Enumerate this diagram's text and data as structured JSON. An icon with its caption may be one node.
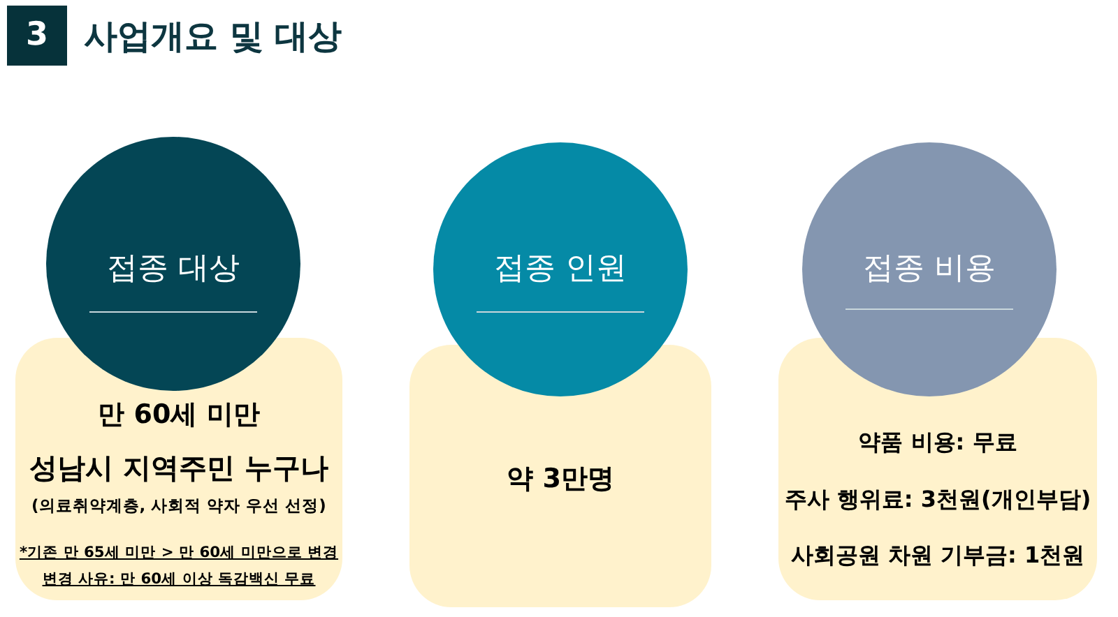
{
  "diagram": {
    "title": "사업개요 및 대상",
    "nodes": [
      {
        "text": [
          "3"
        ]
      },
      {
        "text": [
          "접종 대상"
        ]
      },
      {
        "text": [
          "만 60세 미만",
          "성남시 지역주민 누구나",
          "(의료취약계층, 사회적 약자 우선 선정)",
          "*기존 만 65세 미만 > 만 60세 미만으로 변경",
          "변경 사유: 만 60세 이상 독감백신 무료"
        ]
      },
      {
        "text": [
          "접종 인원"
        ]
      },
      {
        "text": [
          "약 3만명"
        ]
      },
      {
        "text": [
          "접종 비용"
        ]
      },
      {
        "text": [
          "약품 비용: 무료",
          "주사 행위료: 3천원(개인부담)",
          "사회공원 차원 기부금: 1천원"
        ]
      }
    ]
  }
}
